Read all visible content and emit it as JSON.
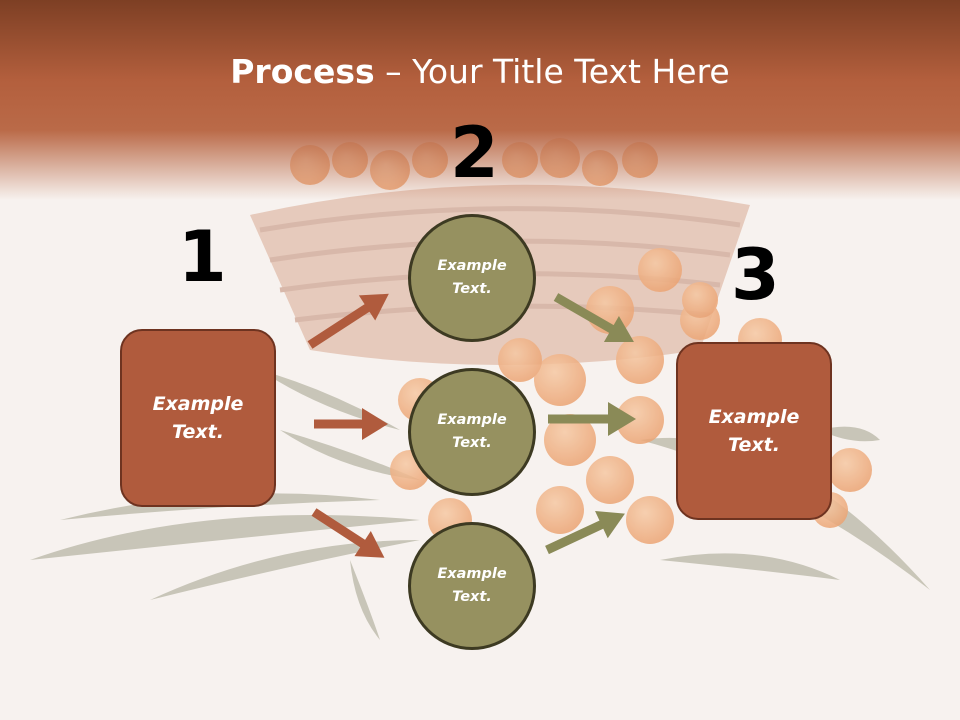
{
  "slide": {
    "title_bold": "Process",
    "title_rest": " – Your Title Text Here"
  },
  "steps": [
    {
      "number": "1",
      "label": "Example Text."
    },
    {
      "number": "2",
      "label": "Example Text."
    },
    {
      "number": "3",
      "label": "Example Text."
    }
  ],
  "middle_nodes": [
    {
      "label": "Example Text."
    },
    {
      "label": "Example Text."
    },
    {
      "label": "Example Text."
    }
  ],
  "colors": {
    "box_fill": "#b05b3d",
    "circle_fill": "#969160",
    "arrow_rust": "#b05b3d",
    "arrow_olive": "#8a8a57"
  }
}
